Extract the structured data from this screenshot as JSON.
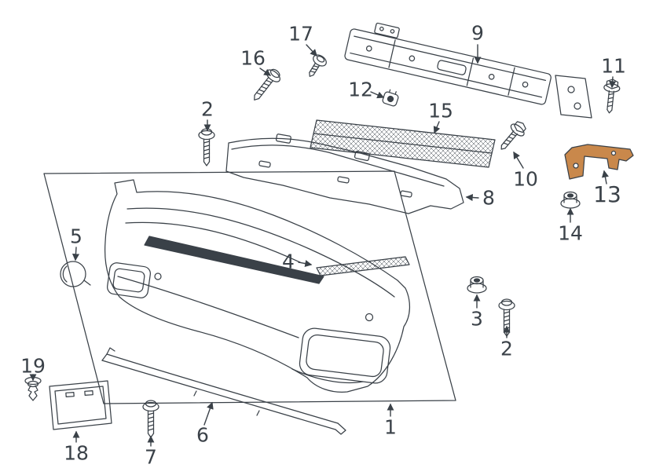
{
  "diagram": {
    "kind": "exploded-parts-diagram",
    "background_color": "#ffffff",
    "line_color": "#3a4148",
    "highlight_color": "#c9884b",
    "highlighted_part_label": "13"
  },
  "labels": [
    {
      "text": "17",
      "part": "screw"
    },
    {
      "text": "16",
      "part": "screw"
    },
    {
      "text": "9",
      "part": "impact-bar"
    },
    {
      "text": "11",
      "part": "bolt"
    },
    {
      "text": "12",
      "part": "clip-nut"
    },
    {
      "text": "15",
      "part": "absorber-strip"
    },
    {
      "text": "2",
      "part": "screw"
    },
    {
      "text": "8",
      "part": "energy-absorber"
    },
    {
      "text": "10",
      "part": "bolt"
    },
    {
      "text": "13",
      "part": "mount-bracket-highlighted"
    },
    {
      "text": "14",
      "part": "nut"
    },
    {
      "text": "5",
      "part": "tow-hook-cap"
    },
    {
      "text": "4",
      "part": "trim-strip"
    },
    {
      "text": "1",
      "part": "bumper-cover"
    },
    {
      "text": "3",
      "part": "nut"
    },
    {
      "text": "2",
      "part": "screw"
    },
    {
      "text": "19",
      "part": "push-clip"
    },
    {
      "text": "18",
      "part": "license-plate-bracket"
    },
    {
      "text": "7",
      "part": "screw"
    },
    {
      "text": "6",
      "part": "lower-spoiler-strip"
    }
  ]
}
